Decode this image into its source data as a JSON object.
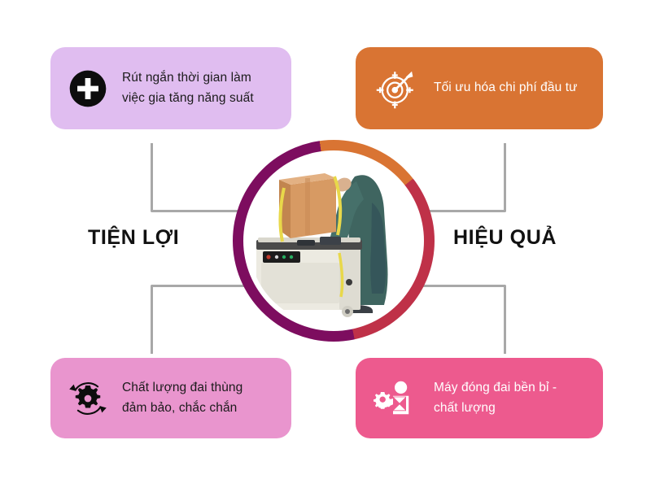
{
  "infographic": {
    "center": {
      "image_alt": "worker-operating-strapping-machine",
      "ring_colors": {
        "purple": "#7d0d5f",
        "orange": "#d97433",
        "crimson": "#bf3148"
      }
    },
    "side_labels": {
      "left": "TIỆN LỢI",
      "right": "HIỆU QUẢ"
    },
    "cards": [
      {
        "id": "top-left",
        "icon": "plus-circle-icon",
        "text": "Rút ngắn thời gian làm\nviệc gia tăng năng suất",
        "background": "#e0bdf0",
        "text_color": "#1b1b1b"
      },
      {
        "id": "top-right",
        "icon": "target-arrow-icon",
        "text": "Tối ưu hóa chi phí đầu tư",
        "background": "#d97433",
        "text_color": "#ffffff"
      },
      {
        "id": "bottom-left",
        "icon": "gear-cycle-icon",
        "text": "Chất lượng đai thùng\nđảm bảo, chắc chắn",
        "background": "#e995ce",
        "text_color": "#1b1b1b"
      },
      {
        "id": "bottom-right",
        "icon": "person-package-gear-icon",
        "text": "Máy đóng đai bền bỉ -\nchất lượng",
        "background": "#ed5a8e",
        "text_color": "#ffffff"
      }
    ]
  }
}
